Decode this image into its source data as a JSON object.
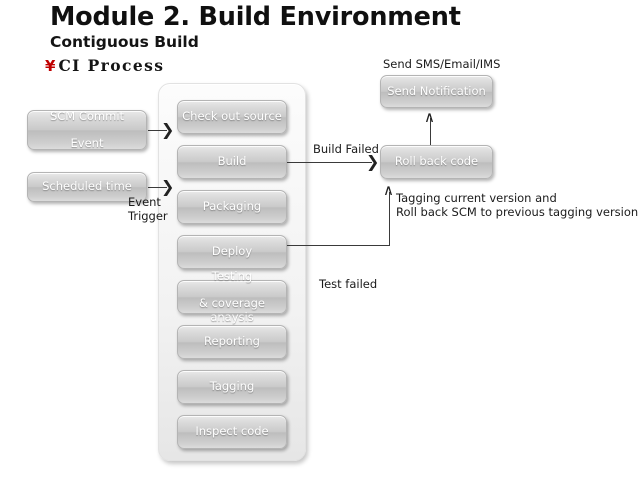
{
  "slide": {
    "title": "Module 2. Build Environment",
    "subtitle": "Contiguous Build",
    "bullet_mark": "¥",
    "bullet_text": "CI Process"
  },
  "colors": {
    "bullet_mark": "#c00000",
    "box_text": "#ffffff",
    "box_fill_top": "#e9e9e9",
    "box_fill_bottom": "#dcdcdc",
    "line": "#3a3a3a",
    "text": "#1b1b1b"
  },
  "triggers": [
    {
      "id": "scm-commit-event",
      "line1": "SCM Commit",
      "line2": "Event"
    },
    {
      "id": "scheduled-time",
      "line1": "Scheduled time",
      "line2": ""
    }
  ],
  "pipeline": {
    "steps": [
      {
        "id": "check-out-source",
        "line1": "Check out source",
        "line2": ""
      },
      {
        "id": "build",
        "line1": "Build",
        "line2": ""
      },
      {
        "id": "packaging",
        "line1": "Packaging",
        "line2": ""
      },
      {
        "id": "deploy",
        "line1": "Deploy",
        "line2": ""
      },
      {
        "id": "testing-coverage",
        "line1": "Testing",
        "line2": "& coverage anaysis"
      },
      {
        "id": "reporting",
        "line1": "Reporting",
        "line2": ""
      },
      {
        "id": "tagging",
        "line1": "Tagging",
        "line2": ""
      },
      {
        "id": "inspect-code",
        "line1": "Inspect code",
        "line2": ""
      }
    ]
  },
  "outputs": {
    "notification_caption": "Send SMS/Email/IMS",
    "send_notification": "Send Notification",
    "roll_back_code": "Roll back code"
  },
  "annotations": {
    "event_trigger_line1": "Event",
    "event_trigger_line2": "Trigger",
    "build_failed": "Build Failed",
    "test_failed": "Test failed",
    "rollback_note_line1": "Tagging current version and",
    "rollback_note_line2": "Roll back SCM to previous tagging version"
  },
  "icons": {
    "arrow_right": "›",
    "arrow_up": "∧"
  }
}
